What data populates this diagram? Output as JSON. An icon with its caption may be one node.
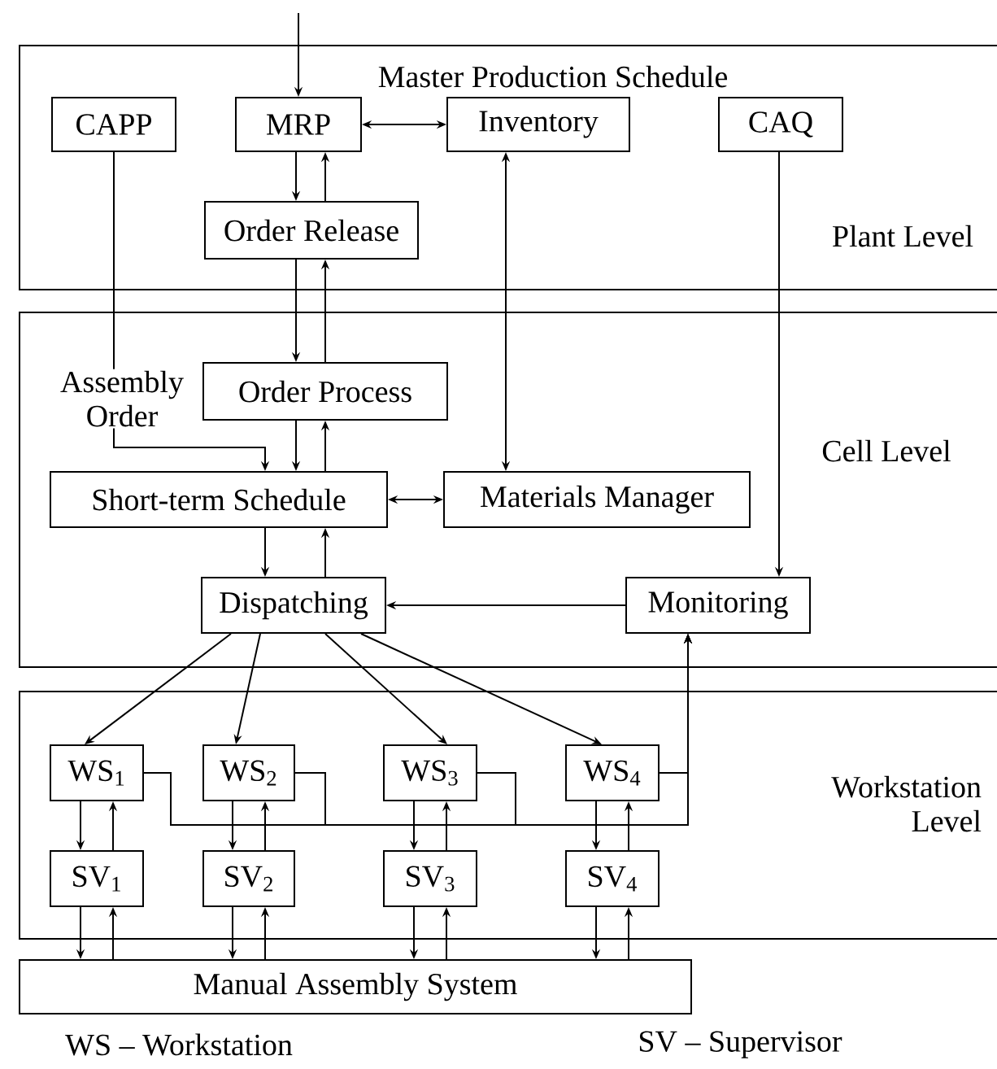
{
  "diagram": {
    "nodes": [
      {
        "text": [
          "Plant Level"
        ]
      },
      {
        "text": [
          "CAPP"
        ],
        "in": 0
      },
      {
        "text": [
          "MRP"
        ],
        "in": 0
      },
      {
        "text": [
          "Inventory"
        ],
        "in": 0
      },
      {
        "text": [
          "CAQ"
        ],
        "in": 0
      },
      {
        "text": [
          "Order Release"
        ],
        "in": 0
      },
      {
        "text": [
          "Cell Level"
        ]
      },
      {
        "text": [
          "Order Process"
        ],
        "in": 6
      },
      {
        "text": [
          "Short-term Schedule"
        ],
        "in": 6
      },
      {
        "text": [
          "Materials Manager"
        ],
        "in": 6
      },
      {
        "text": [
          "Dispatching"
        ],
        "in": 6
      },
      {
        "text": [
          "Monitoring"
        ],
        "in": 6
      },
      {
        "text": [
          "Workstation Level"
        ]
      },
      {
        "text": [
          "WS$_{1}$"
        ],
        "in": 12
      },
      {
        "text": [
          "WS$_{2}$"
        ],
        "in": 12
      },
      {
        "text": [
          "WS$_{3}$"
        ],
        "in": 12
      },
      {
        "text": [
          "WS$_{4}$"
        ],
        "in": 12
      },
      {
        "text": [
          "SV$_{1}$"
        ],
        "in": 12
      },
      {
        "text": [
          "SV$_{2}$"
        ],
        "in": 12
      },
      {
        "text": [
          "SV$_{3}$"
        ],
        "in": 12
      },
      {
        "text": [
          "SV$_{4}$"
        ],
        "in": 12
      },
      {
        "text": [
          "Manual Assembly System"
        ]
      }
    ],
    "edges": [
      {
        "from": null,
        "to": 2,
        "arrow": "to"
      },
      {
        "from": 2,
        "to": 3,
        "arrow": "both"
      },
      {
        "from": 2,
        "to": 5,
        "arrow": "to"
      },
      {
        "from": 5,
        "to": 2,
        "arrow": "to"
      },
      {
        "from": 5,
        "to": 7,
        "arrow": "to"
      },
      {
        "from": 7,
        "to": 5,
        "arrow": "to"
      },
      {
        "from": 7,
        "to": 8,
        "arrow": "to"
      },
      {
        "from": 8,
        "to": 7,
        "arrow": "to"
      },
      {
        "from": 1,
        "to": 8,
        "arrow": "to",
        "label": "Assembly Order"
      },
      {
        "from": 3,
        "to": 9,
        "arrow": "both"
      },
      {
        "from": 8,
        "to": 9,
        "arrow": "both"
      },
      {
        "from": 8,
        "to": 10,
        "arrow": "to"
      },
      {
        "from": 10,
        "to": 8,
        "arrow": "to"
      },
      {
        "from": 4,
        "to": 11,
        "arrow": "to"
      },
      {
        "from": 11,
        "to": 10,
        "arrow": "to"
      },
      {
        "from": 10,
        "to": 13,
        "arrow": "to"
      },
      {
        "from": 10,
        "to": 14,
        "arrow": "to"
      },
      {
        "from": 10,
        "to": 15,
        "arrow": "to"
      },
      {
        "from": 10,
        "to": 16,
        "arrow": "to"
      },
      {
        "from": 13,
        "to": 11,
        "arrow": "to"
      },
      {
        "from": 14,
        "to": 11,
        "arrow": "to"
      },
      {
        "from": 15,
        "to": 11,
        "arrow": "to"
      },
      {
        "from": 16,
        "to": 11,
        "arrow": "to"
      },
      {
        "from": 13,
        "to": 17,
        "arrow": "to"
      },
      {
        "from": 17,
        "to": 13,
        "arrow": "to"
      },
      {
        "from": 14,
        "to": 18,
        "arrow": "to"
      },
      {
        "from": 18,
        "to": 14,
        "arrow": "to"
      },
      {
        "from": 15,
        "to": 19,
        "arrow": "to"
      },
      {
        "from": 19,
        "to": 15,
        "arrow": "to"
      },
      {
        "from": 16,
        "to": 20,
        "arrow": "to"
      },
      {
        "from": 20,
        "to": 16,
        "arrow": "to"
      },
      {
        "from": 17,
        "to": 21,
        "arrow": "to"
      },
      {
        "from": 21,
        "to": 17,
        "arrow": "to"
      },
      {
        "from": 18,
        "to": 21,
        "arrow": "to"
      },
      {
        "from": 21,
        "to": 18,
        "arrow": "to"
      },
      {
        "from": 19,
        "to": 21,
        "arrow": "to"
      },
      {
        "from": 21,
        "to": 19,
        "arrow": "to"
      },
      {
        "from": 20,
        "to": 21,
        "arrow": "to"
      },
      {
        "from": 21,
        "to": 20,
        "arrow": "to"
      }
    ],
    "labels": [
      "Master Production Schedule",
      "WS – Workstation",
      "SV – Supervisor"
    ]
  }
}
